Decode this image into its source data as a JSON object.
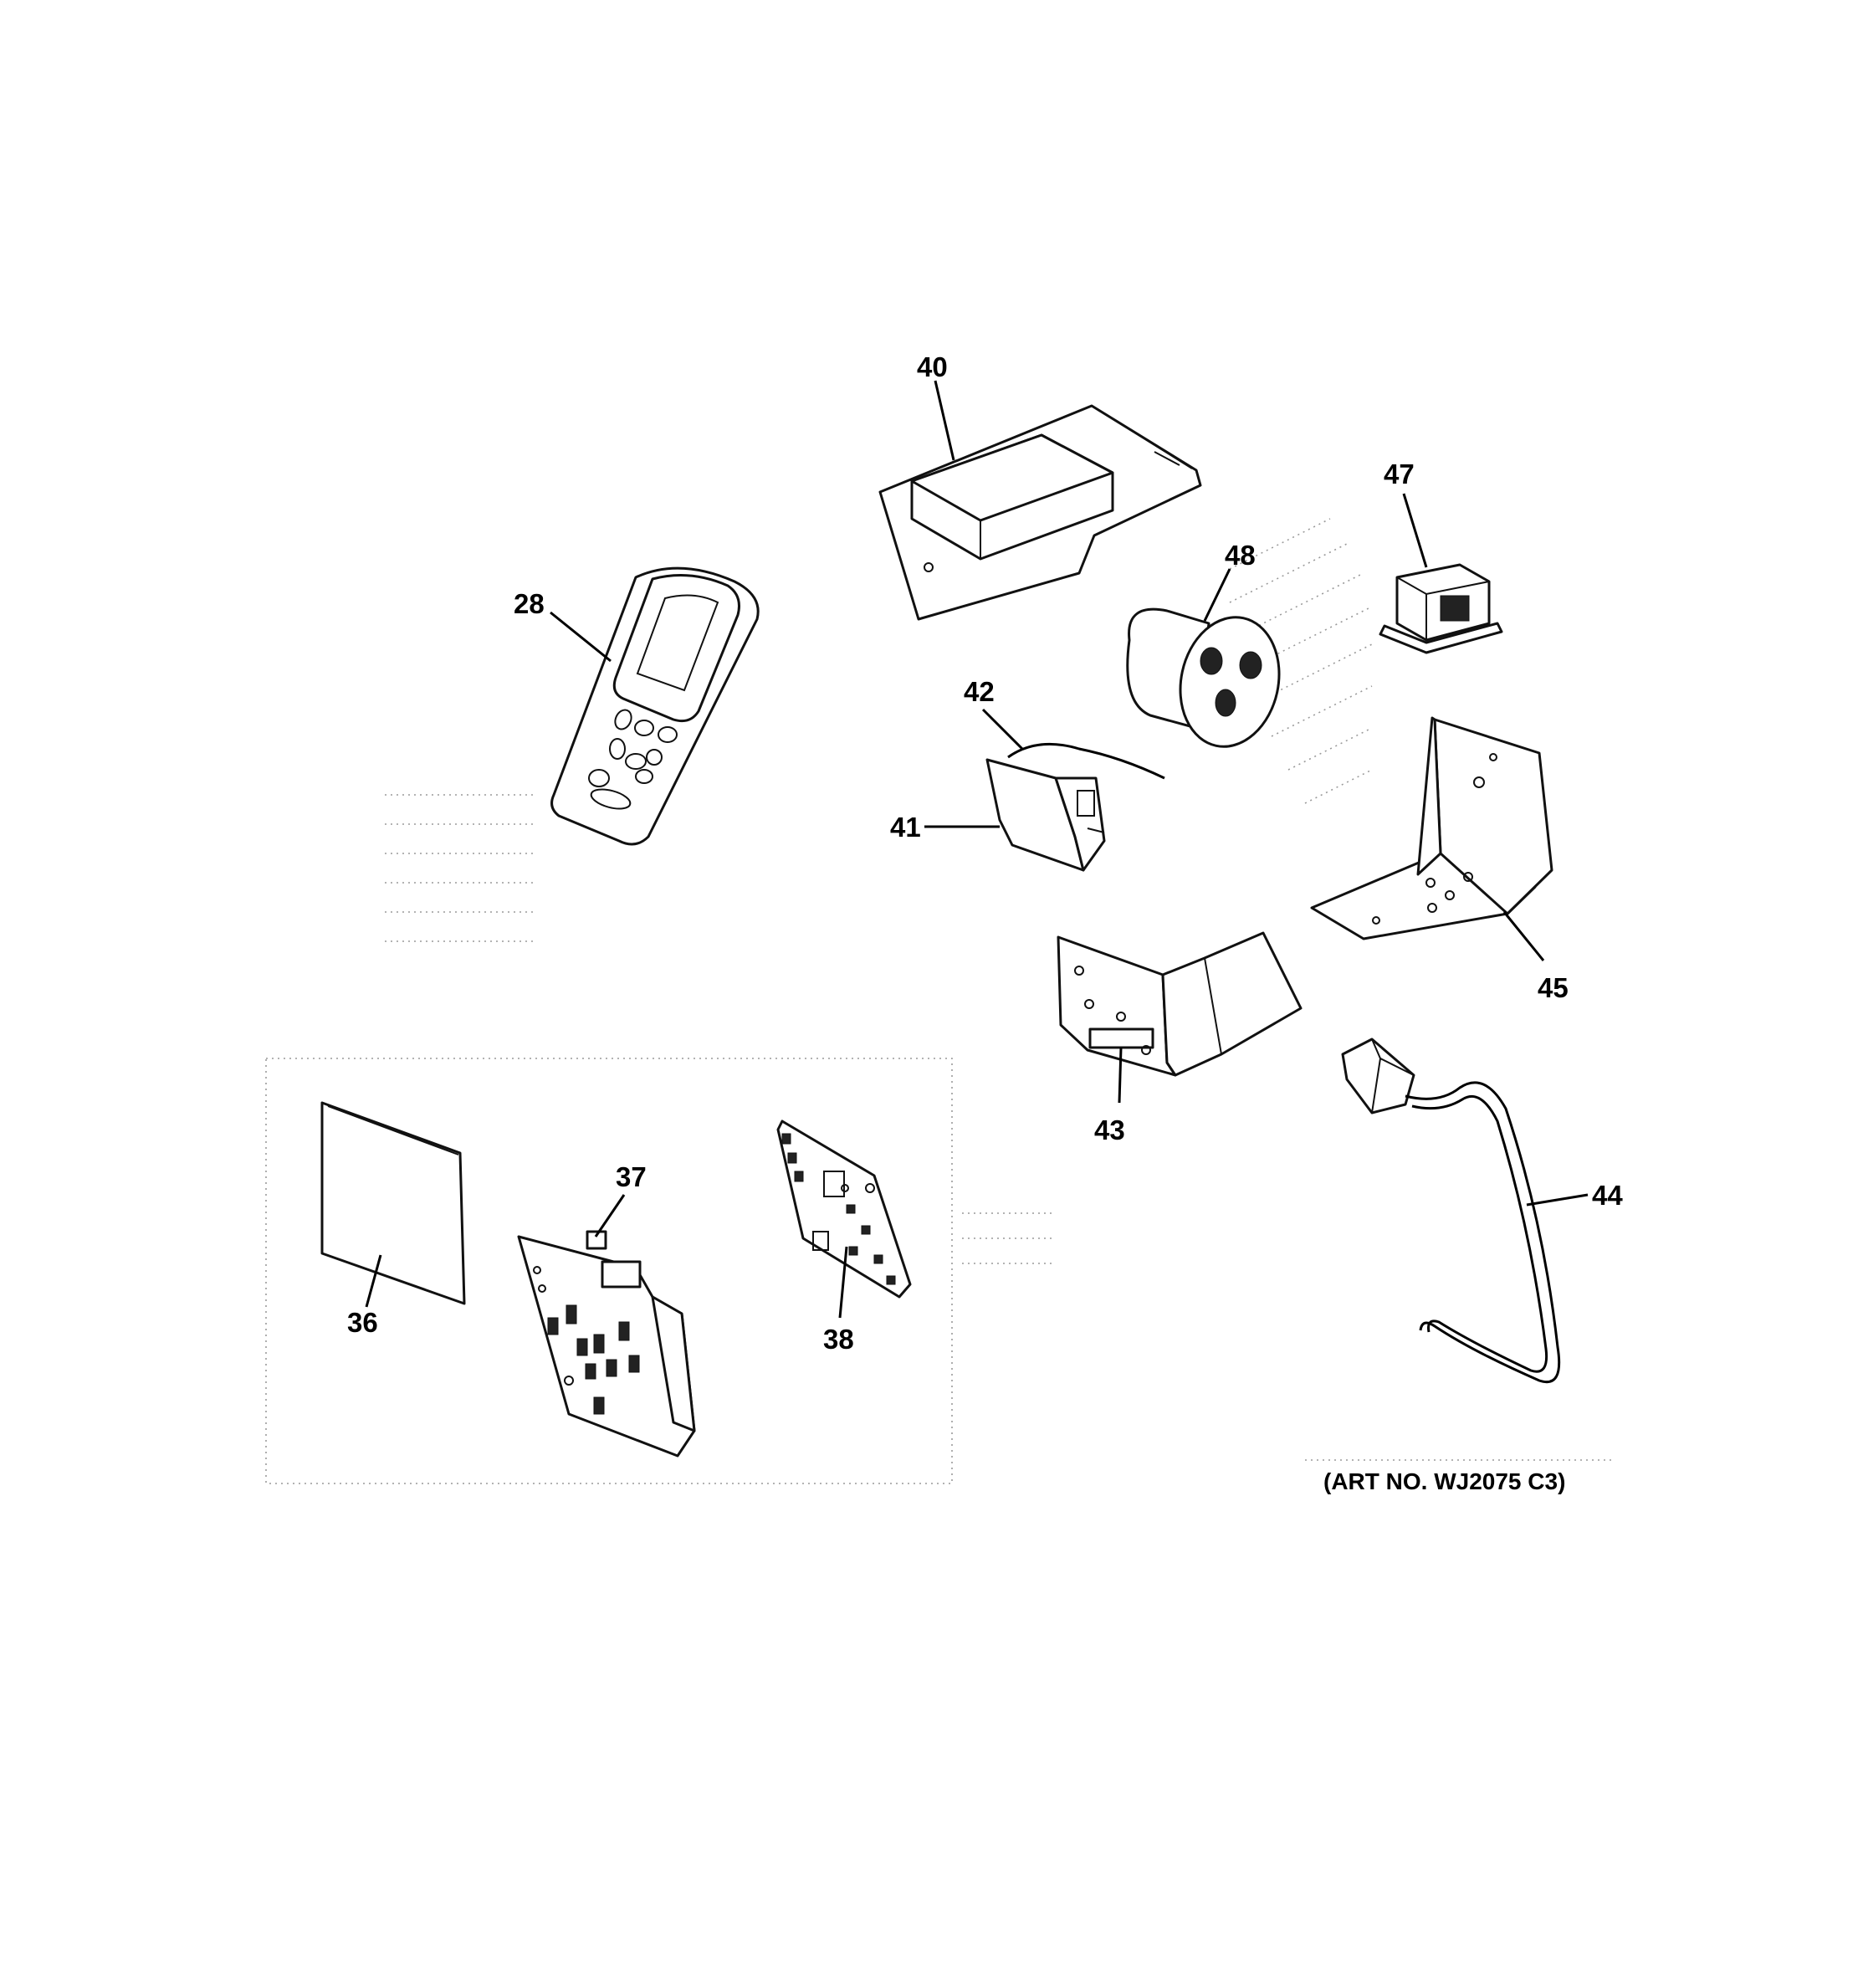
{
  "labels": {
    "p28": "28",
    "p36": "36",
    "p37": "37",
    "p38": "38",
    "p40": "40",
    "p41": "41",
    "p42": "42",
    "p43": "43",
    "p44": "44",
    "p45": "45",
    "p47": "47",
    "p48": "48"
  },
  "art_number": "(ART NO. WJ2075 C3)"
}
